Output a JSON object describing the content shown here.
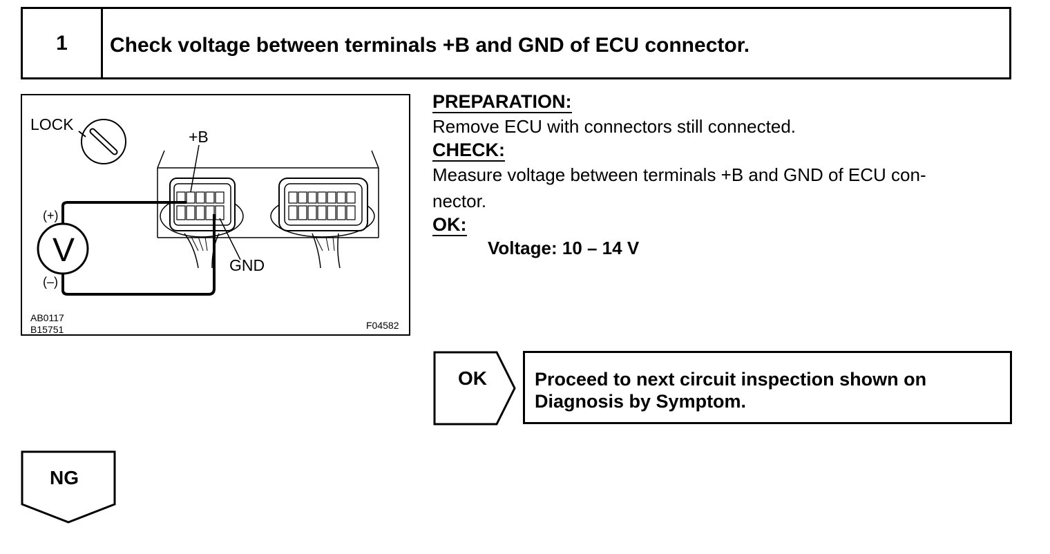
{
  "step": {
    "number": "1",
    "title": "Check voltage between terminals +B and GND of ECU connector."
  },
  "figure": {
    "labels": {
      "lock": "LOCK",
      "plus_b": "+B",
      "gnd": "GND",
      "positive": "(+)",
      "negative": "(–)",
      "meter": "V"
    },
    "codes": {
      "code1": "AB0117",
      "code2": "B15751",
      "code3": "F04582"
    }
  },
  "procedure": {
    "preparation_heading": "PREPARATION:",
    "preparation_text": "Remove ECU with connectors still connected.",
    "check_heading": "CHECK:",
    "check_text_line1": "Measure voltage between terminals +B and GND of ECU con-",
    "check_text_line2": "nector.",
    "ok_heading": "OK:",
    "ok_spec": "Voltage: 10 – 14 V"
  },
  "result_ok": {
    "label": "OK",
    "text_line1": "Proceed to next circuit inspection shown on",
    "text_line2": "Diagnosis by Symptom."
  },
  "result_ng": {
    "label": "NG"
  }
}
